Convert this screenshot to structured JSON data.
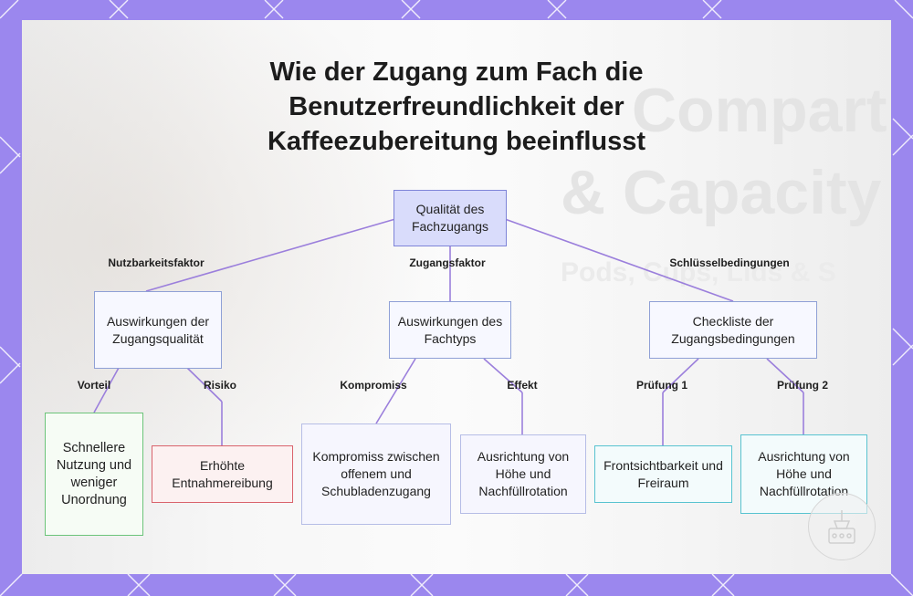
{
  "title": {
    "line1": "Wie der Zugang zum Fach die",
    "line2": "Benutzerfreundlichkeit der",
    "line3": "Kaffeezubereitung beeinflusst"
  },
  "background_text": {
    "line1": "Compart",
    "line2": "& Capacity",
    "line3": "Pods, Cups, Lids & S"
  },
  "nodes": {
    "root": "Qualität des Fachzugangs",
    "impact_quality": "Auswirkungen der Zugangsqualität",
    "impact_type": "Auswirkungen des Fachtyps",
    "checklist": "Checkliste der Zugangsbedingungen",
    "faster_use": "Schnellere Nutzung und weniger Unordnung",
    "more_friction": "Erhöhte Entnahmereibung",
    "compromise": "Kompromiss zwischen offenem und Schubladenzugang",
    "alignment_1": "Ausrichtung von Höhe und Nachfüllrotation",
    "front_visibility": "Frontsichtbarkeit und Freiraum",
    "alignment_2": "Ausrichtung von Höhe und Nachfüllrotation"
  },
  "edge_labels": {
    "usability_factor": "Nutzbarkeitsfaktor",
    "access_factor": "Zugangsfaktor",
    "key_conditions": "Schlüsselbedingungen",
    "advantage": "Vorteil",
    "risk": "Risiko",
    "compromise": "Kompromiss",
    "effect": "Effekt",
    "check1": "Prüfung 1",
    "check2": "Prüfung 2"
  },
  "colors": {
    "frame": "#9b87ee",
    "edge": "#9b7fdc",
    "root_fill": "#d9dcfb",
    "green_border": "#6cc47a",
    "red_border": "#d9636c",
    "cyan_border": "#58c3d0"
  }
}
